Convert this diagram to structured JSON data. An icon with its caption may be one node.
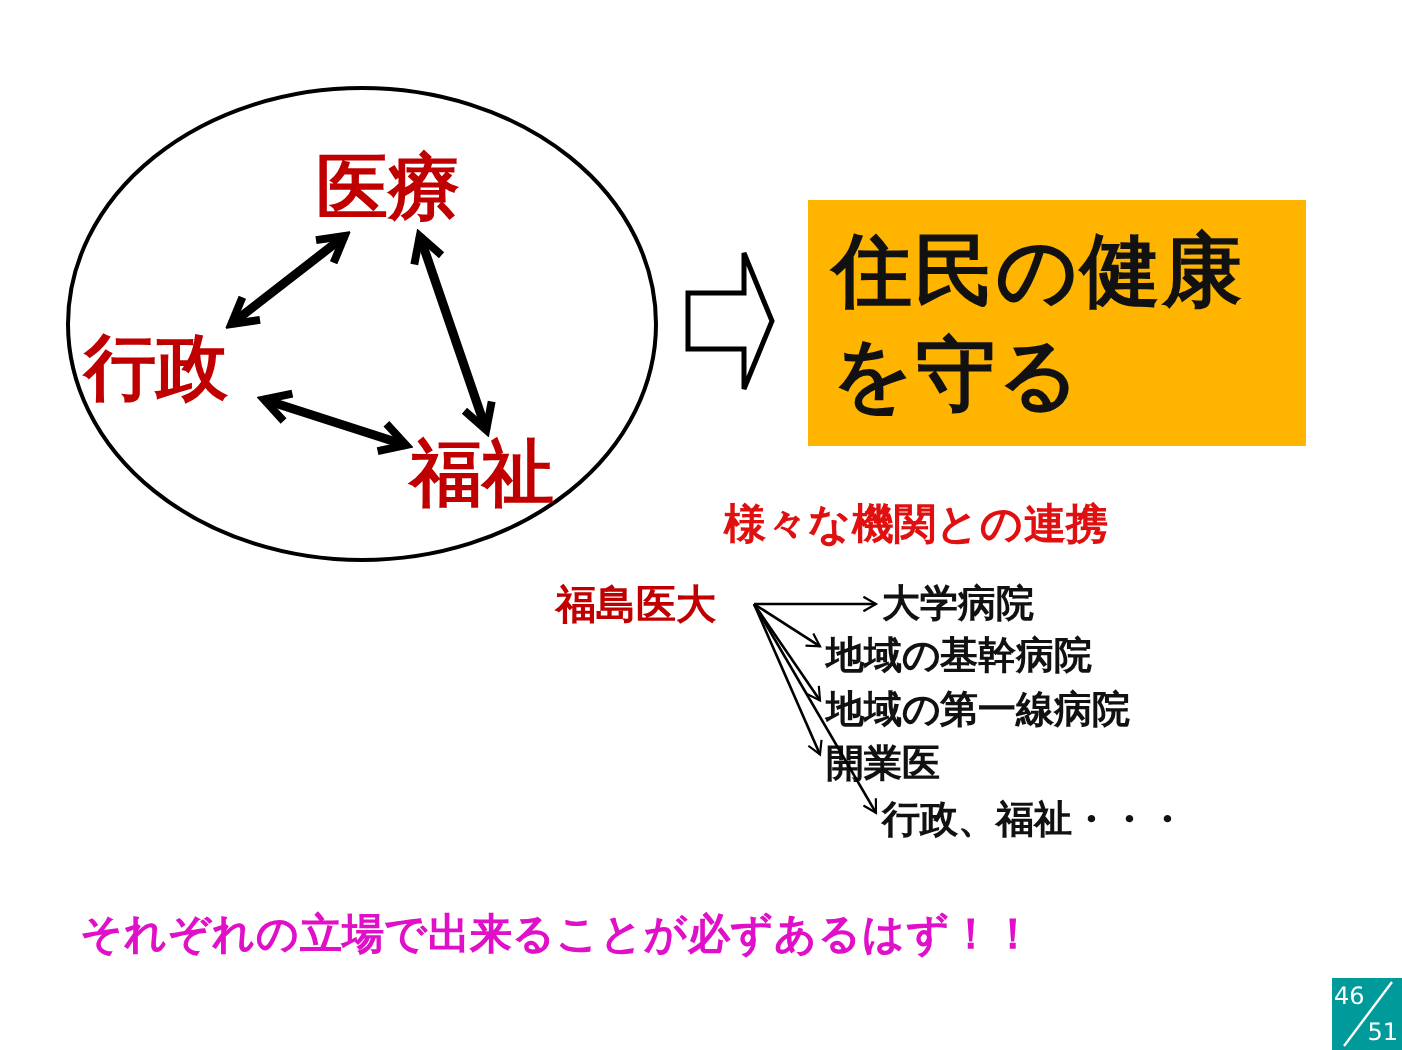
{
  "diagram": {
    "nodes": [
      {
        "text": [],
        "shape": "circle"
      },
      {
        "text": [
          "医療"
        ],
        "in": 0
      },
      {
        "text": [
          "行政"
        ],
        "in": 0
      },
      {
        "text": [
          "福祉"
        ],
        "in": 0
      },
      {
        "text": [
          "住民の健康を守る"
        ]
      },
      {
        "text": [
          "福島医大"
        ]
      },
      {
        "text": [
          "大学病院"
        ]
      },
      {
        "text": [
          "地域の基幹病院"
        ]
      },
      {
        "text": [
          "地域の第一線病院"
        ]
      },
      {
        "text": [
          "開業医"
        ]
      },
      {
        "text": [
          "行政、福祉・・・"
        ]
      }
    ],
    "edges": [
      {
        "from": 1,
        "to": 2,
        "arrow": "both",
        "style": "thick"
      },
      {
        "from": 1,
        "to": 3,
        "arrow": "both",
        "style": "thick"
      },
      {
        "from": 2,
        "to": 3,
        "arrow": "both",
        "style": "thick"
      },
      {
        "from": 0,
        "to": 4,
        "arrow": "to"
      },
      {
        "from": 5,
        "to": 6,
        "arrow": "to"
      },
      {
        "from": 5,
        "to": 7,
        "arrow": "to"
      },
      {
        "from": 5,
        "to": 8,
        "arrow": "to"
      },
      {
        "from": 5,
        "to": 9,
        "arrow": "to"
      },
      {
        "from": 5,
        "to": 10,
        "arrow": "to"
      }
    ],
    "labels": [
      "様々な機関との連携",
      "それぞれの立場で出来ることが必ずあるはず！！",
      "46",
      "51"
    ]
  }
}
